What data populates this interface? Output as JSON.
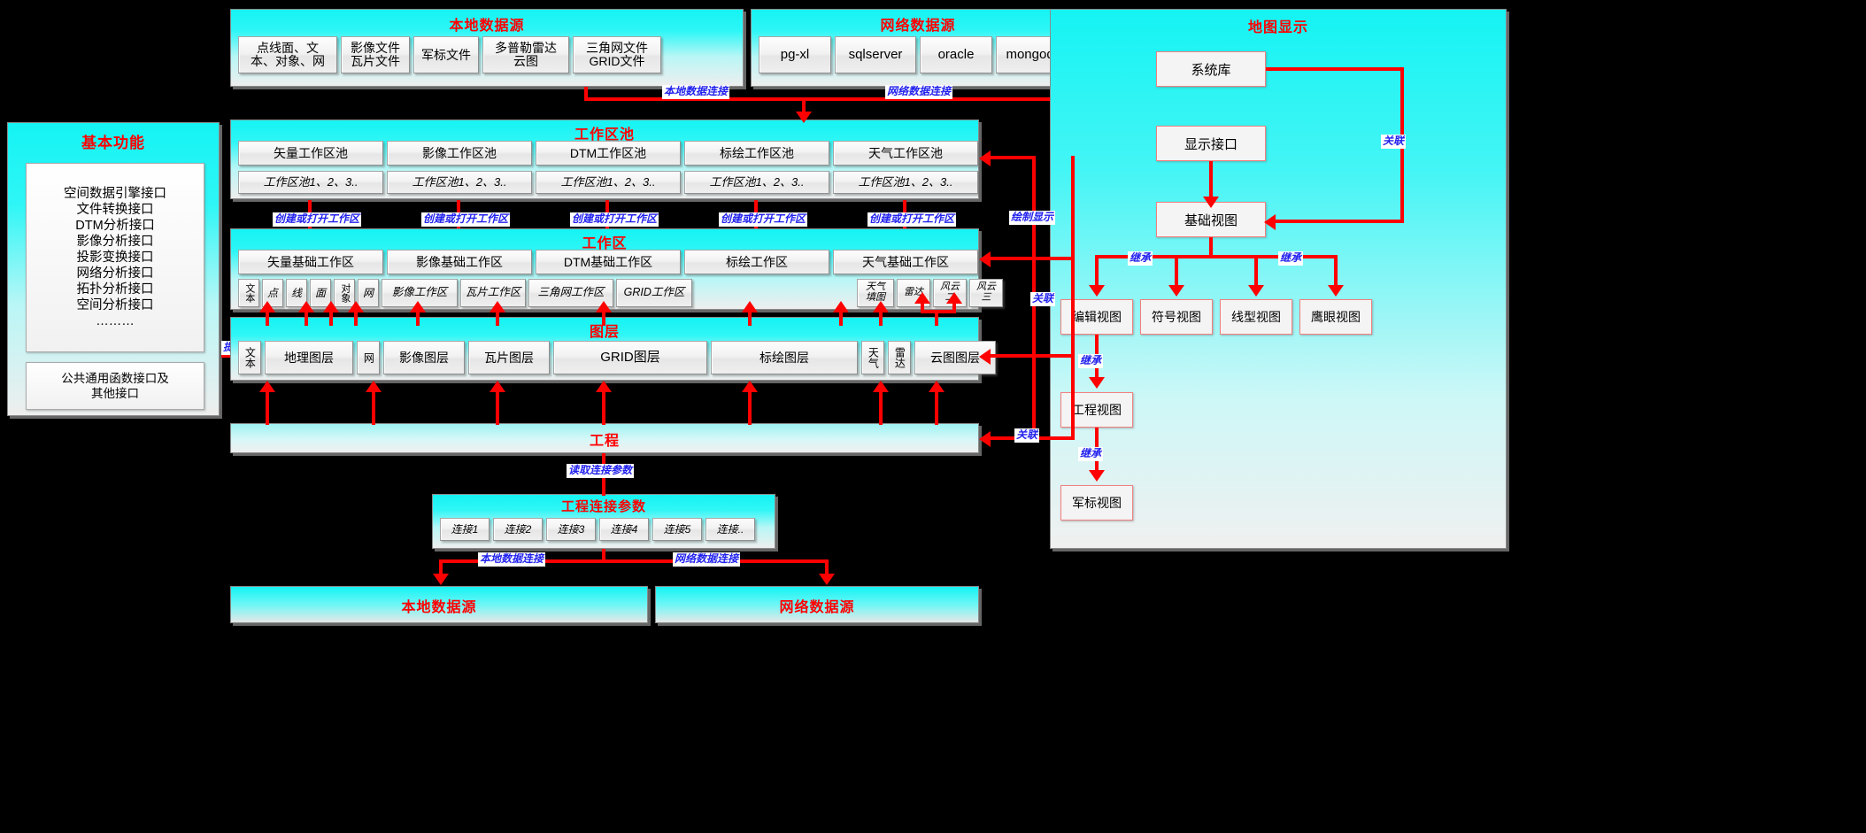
{
  "panels": {
    "local_source_top": {
      "title": "本地数据源",
      "items": [
        "点线面、文本、对象、网",
        "影像文件瓦片文件",
        "军标文件",
        "多普勒雷达云图",
        "三角网文件GRID文件"
      ],
      "items_lines": [
        [
          "点线面、文",
          "本、对象、网"
        ],
        [
          "影像文件",
          "瓦片文件"
        ],
        [
          "军标文件"
        ],
        [
          "多普勒雷达",
          "云图"
        ],
        [
          "三角网文件",
          "GRID文件"
        ]
      ]
    },
    "net_source_top": {
      "title": "网络数据源",
      "items": [
        "pg-xl",
        "sqlserver",
        "oracle",
        "mongodb..."
      ]
    },
    "basic_function": {
      "title": "基本功能",
      "interfaces": [
        "空间数据引擎接口",
        "文件转换接口",
        "DTM分析接口",
        "影像分析接口",
        "投影变换接口",
        "网络分析接口",
        "拓扑分析接口",
        "空间分析接口",
        "………"
      ],
      "footer_lines": [
        "公共通用函数接口及",
        "其他接口"
      ]
    },
    "workspace_pool": {
      "title": "工作区池",
      "columns": [
        "矢量工作区池",
        "影像工作区池",
        "DTM工作区池",
        "标绘工作区池",
        "天气工作区池"
      ],
      "sub_label": "工作区池1、2、3.."
    },
    "workspace": {
      "title": "工作区",
      "columns": [
        "矢量基础工作区",
        "影像基础工作区",
        "DTM基础工作区",
        "标绘工作区",
        "天气基础工作区"
      ],
      "vector_items": [
        "文本",
        "点",
        "线",
        "面",
        "对象",
        "网"
      ],
      "image_items": [
        "影像工作区",
        "瓦片工作区"
      ],
      "dtm_items": [
        "三角网工作区",
        "GRID工作区"
      ],
      "weather_items_lines": [
        [
          "天气",
          "填图"
        ],
        [
          "雷达"
        ],
        [
          "风云",
          "二"
        ],
        [
          "风云",
          "三"
        ]
      ]
    },
    "layers": {
      "title": "图层",
      "items": [
        "文本",
        "地理图层",
        "网",
        "影像图层",
        "瓦片图层",
        "GRID图层",
        "标绘图层",
        "天气",
        "雷达",
        "云图图层"
      ]
    },
    "project": {
      "title": "工程"
    },
    "project_params": {
      "title": "工程连接参数",
      "items": [
        "连接1",
        "连接2",
        "连接3",
        "连接4",
        "连接5",
        "连接.."
      ]
    },
    "local_source_bottom": {
      "title": "本地数据源"
    },
    "net_source_bottom": {
      "title": "网络数据源"
    },
    "map_display": {
      "title": "地图显示",
      "nodes": {
        "system_lib": "系统库",
        "display_interface": "显示接口",
        "base_view": "基础视图",
        "edit_view": "编辑视图",
        "symbol_view": "符号视图",
        "line_view": "线型视图",
        "eagle_view": "鹰眼视图",
        "project_view": "工程视图",
        "military_view": "军标视图"
      }
    }
  },
  "edge_labels": {
    "local_data_conn": "本地数据连接",
    "net_data_conn": "网络数据连接",
    "create_or_open_ws": "创建或打开工作区",
    "provide_function": "提供功能",
    "draw_display": "绘制显示",
    "associate": "关联",
    "inherit": "继承",
    "read_conn_params": "读取连接参数"
  },
  "colors": {
    "accent_red": "#ff0000",
    "label_blue": "#2222ee",
    "panel_cyan": "#15f3f3",
    "background": "#000000"
  }
}
